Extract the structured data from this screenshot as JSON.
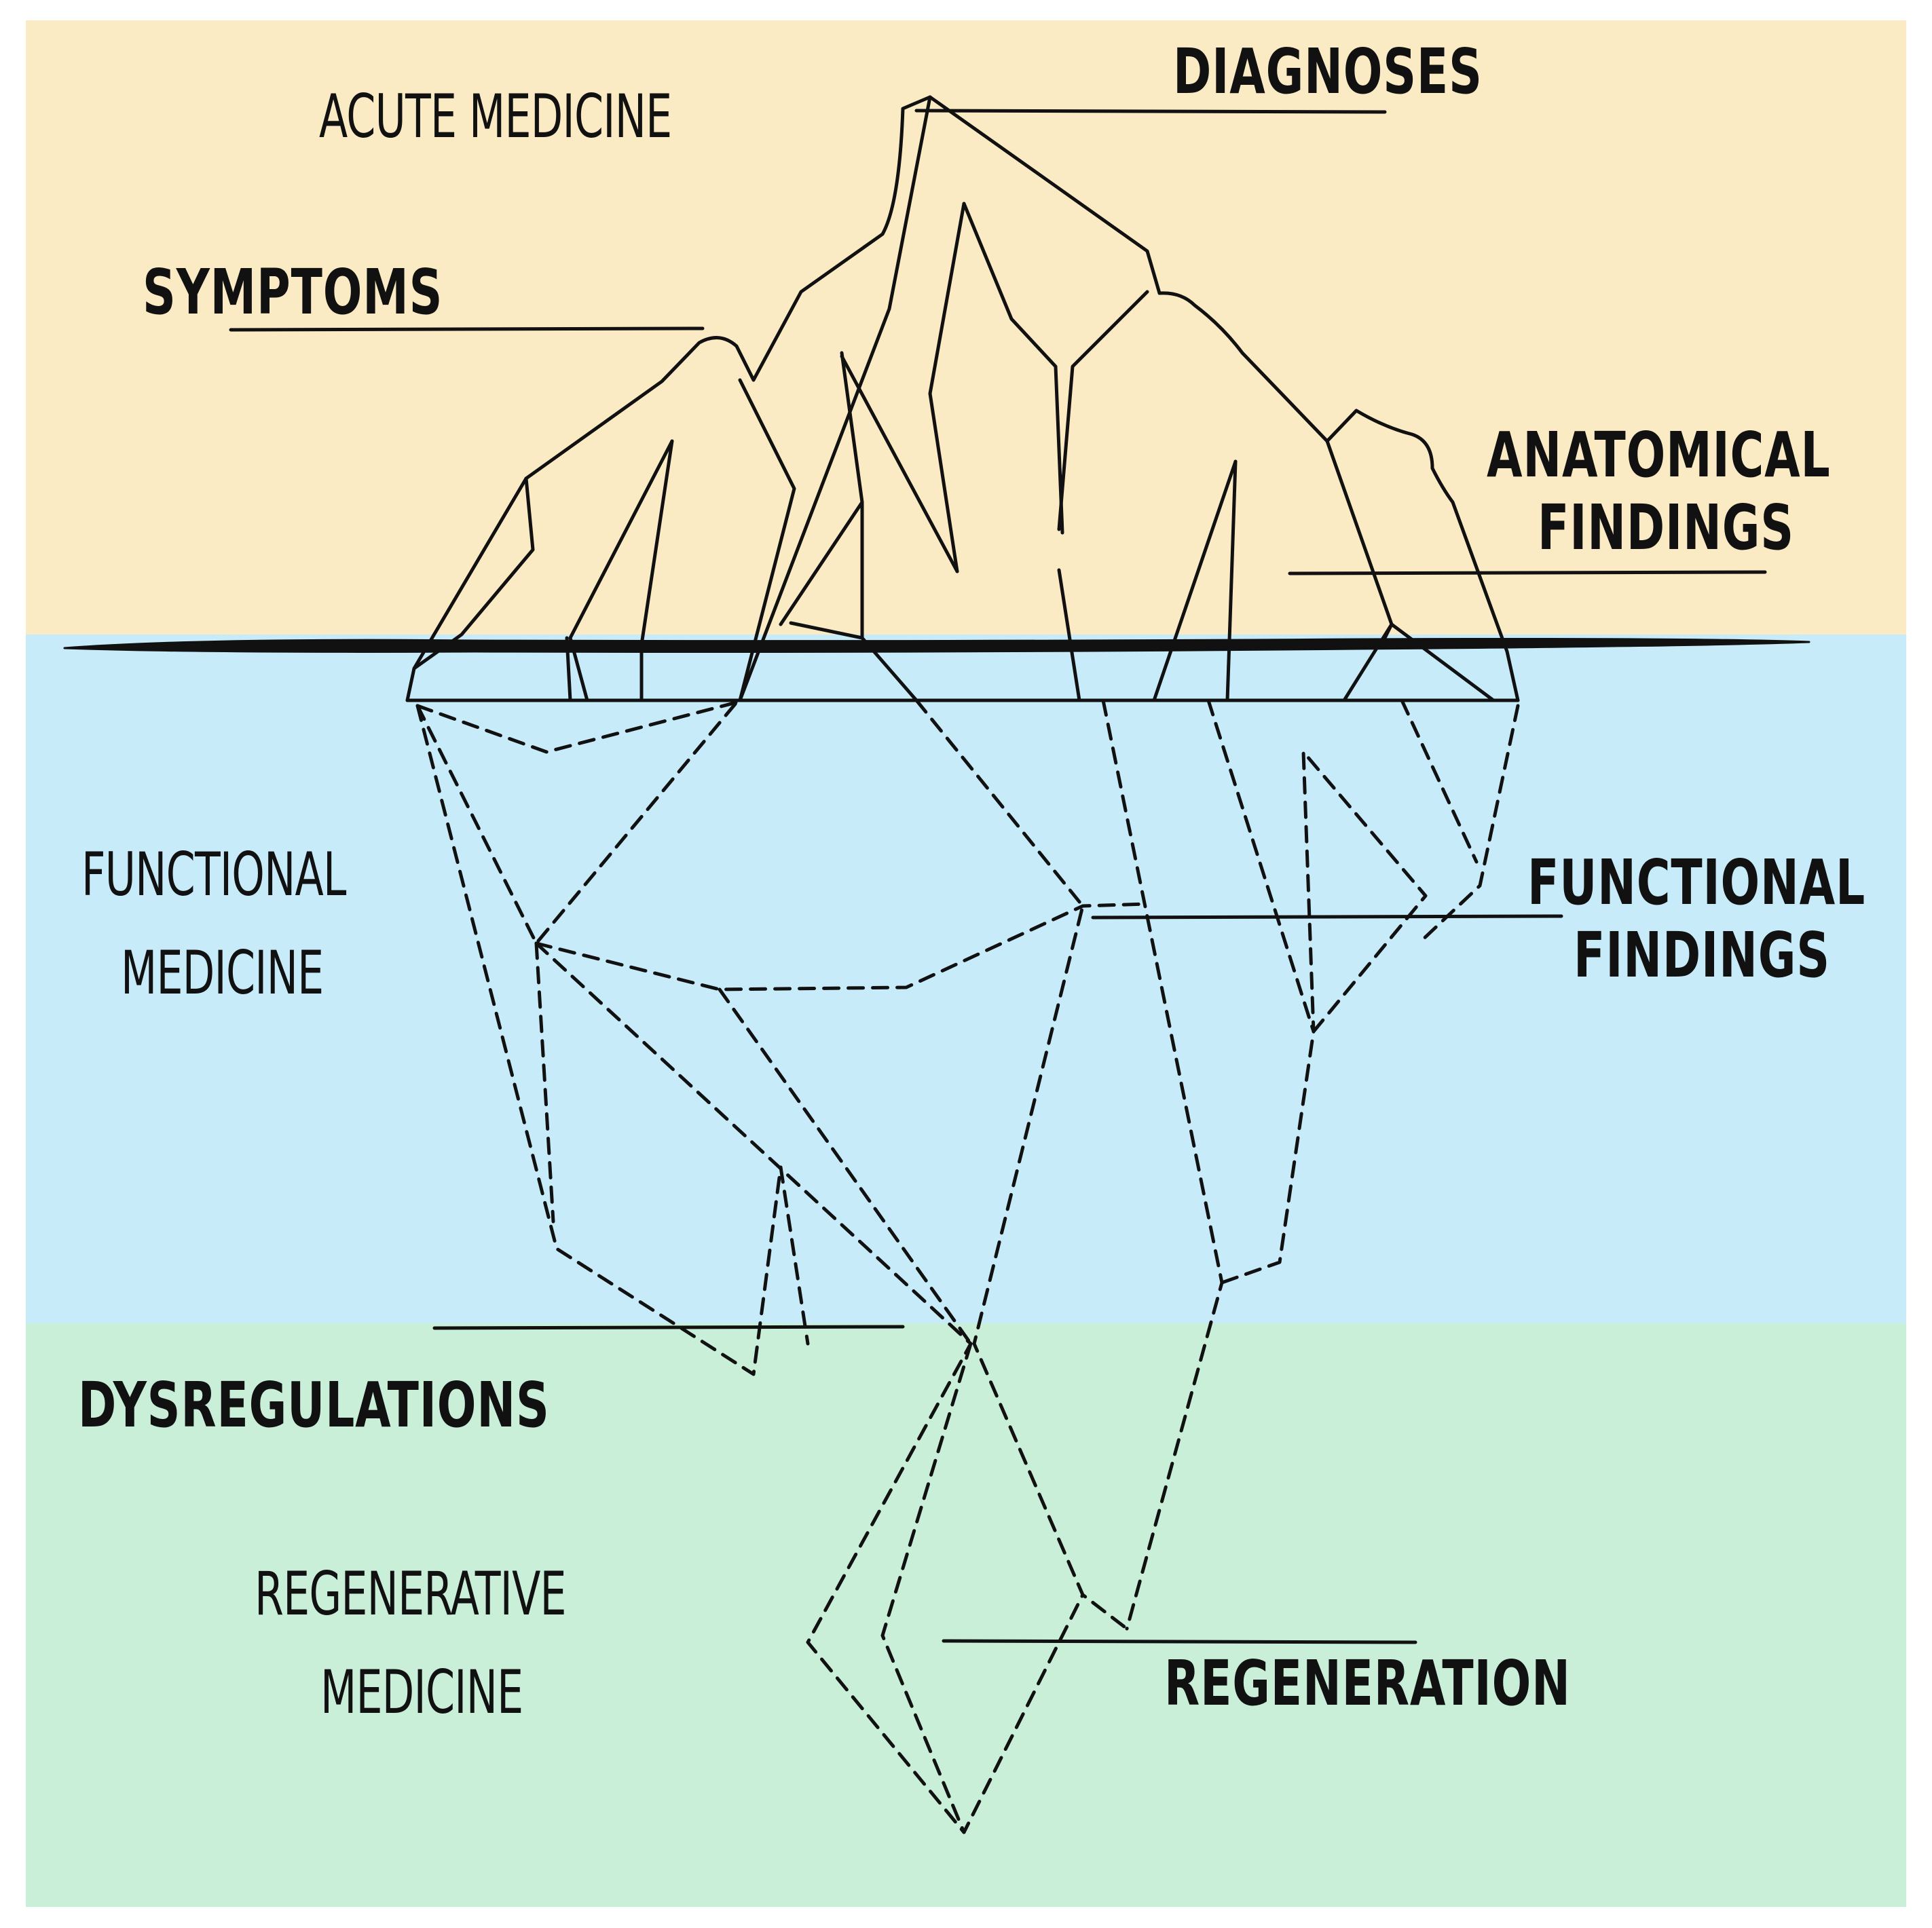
{
  "colors": {
    "surface_band": "#fbebc5",
    "water_band": "#c8ebfa",
    "deep_band": "#c9efd9",
    "ink": "#111111"
  },
  "labels": {
    "acute_medicine": "ACUTE MEDICINE",
    "diagnoses": "DIAGNOSES",
    "symptoms": "SYMPTOMS",
    "anatomical_findings_1": "ANATOMICAL",
    "anatomical_findings_2": "FINDINGS",
    "functional_medicine_1": "FUNCTIONAL",
    "functional_medicine_2": "MEDICINE",
    "functional_findings_1": "FUNCTIONAL",
    "functional_findings_2": "FINDINGS",
    "dysregulations": "DYSREGULATIONS",
    "regenerative_medicine_1": "REGENERATIVE",
    "regenerative_medicine_2": "MEDICINE",
    "regeneration": "REGENERATION"
  },
  "icons": {
    "iceberg": "iceberg-icon"
  }
}
